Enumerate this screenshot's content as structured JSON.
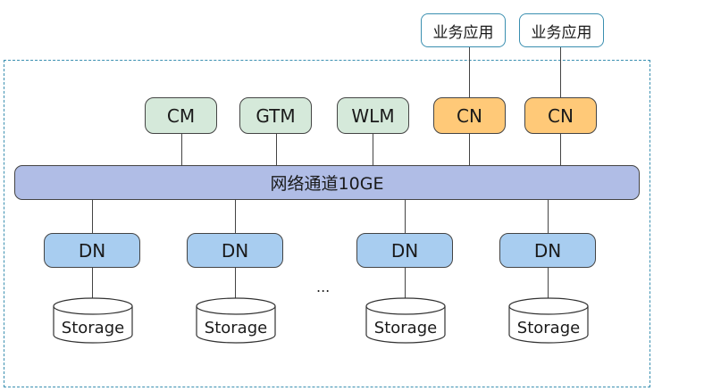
{
  "apps": [
    "业务应用",
    "业务应用"
  ],
  "management": [
    "CM",
    "GTM",
    "WLM"
  ],
  "coordinators": [
    "CN",
    "CN"
  ],
  "network_label": "网络通道10GE",
  "datanodes": [
    "DN",
    "DN",
    "DN",
    "DN"
  ],
  "storage": [
    "Storage",
    "Storage",
    "Storage",
    "Storage"
  ],
  "ellipsis": "...",
  "colors": {
    "frame": "#3a8fb0",
    "management_fill": "#d5e9da",
    "cn_fill": "#ffc978",
    "dn_fill": "#a8cdf0",
    "bus_fill": "#b0bde6"
  }
}
